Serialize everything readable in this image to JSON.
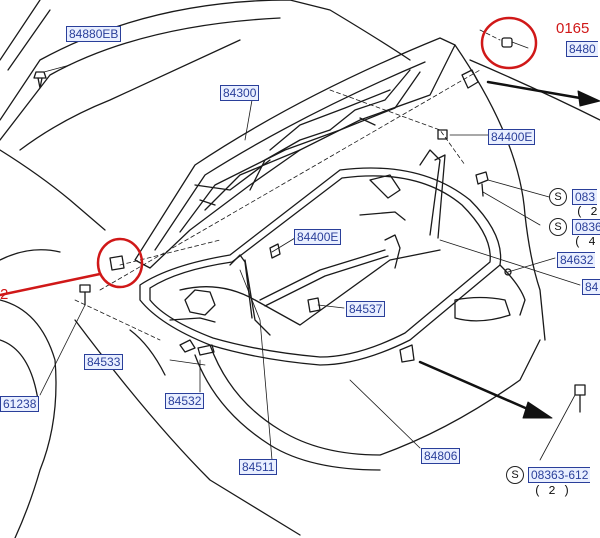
{
  "callouts": {
    "c84880eb": "84880EB",
    "c8480": "8480",
    "c84300": "84300",
    "c84400e_a": "84400E",
    "c84400e_b": "84400E",
    "c0836_a": "083",
    "c0836_b": "0836",
    "c84632": "84632",
    "c84_right": "84",
    "c84537": "84537",
    "c84533": "84533",
    "c84532": "84532",
    "c61238": "61238",
    "c84511": "84511",
    "c84806": "84806",
    "c08363": "08363-612"
  },
  "quantities": {
    "q_a": "( 2",
    "q_b": "( 4",
    "q_c": "( 2 )"
  },
  "screw_marker": "S",
  "red_labels": {
    "top": "0165",
    "left": "2"
  },
  "colors": {
    "line": "#1a1a1a",
    "callout_text": "#2a3f9a",
    "callout_bg": "#e9efff",
    "highlight": "#d01818"
  }
}
